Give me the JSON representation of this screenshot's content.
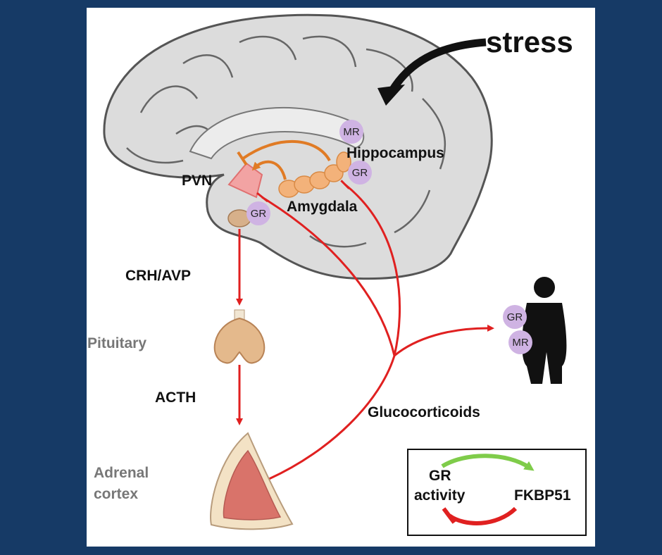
{
  "labels": {
    "stress": "stress",
    "hippocampus": "Hippocampus",
    "pvn": "PVN",
    "amygdala": "Amygdala",
    "crh_avp": "CRH/AVP",
    "pituitary": "Pituitary",
    "acth": "ACTH",
    "adrenal_line1": "Adrenal",
    "adrenal_line2": "cortex",
    "glucocorticoids": "Glucocorticoids"
  },
  "receptors": {
    "hippocampus_mr": "MR",
    "hippocampus_gr": "GR",
    "pituitary_gr": "GR",
    "body_gr": "GR",
    "body_mr": "MR"
  },
  "legend": {
    "gr_line1": "GR",
    "gr_line2": "activity",
    "fkbp51": "FKBP51"
  },
  "colors": {
    "background": "#163a66",
    "brain": "#dcdcdc",
    "axis_arrow": "#e02020",
    "limbic_arrow": "#e07b25",
    "positive_arrow": "#7fcc4a",
    "receptor": "#cfb3e3"
  }
}
